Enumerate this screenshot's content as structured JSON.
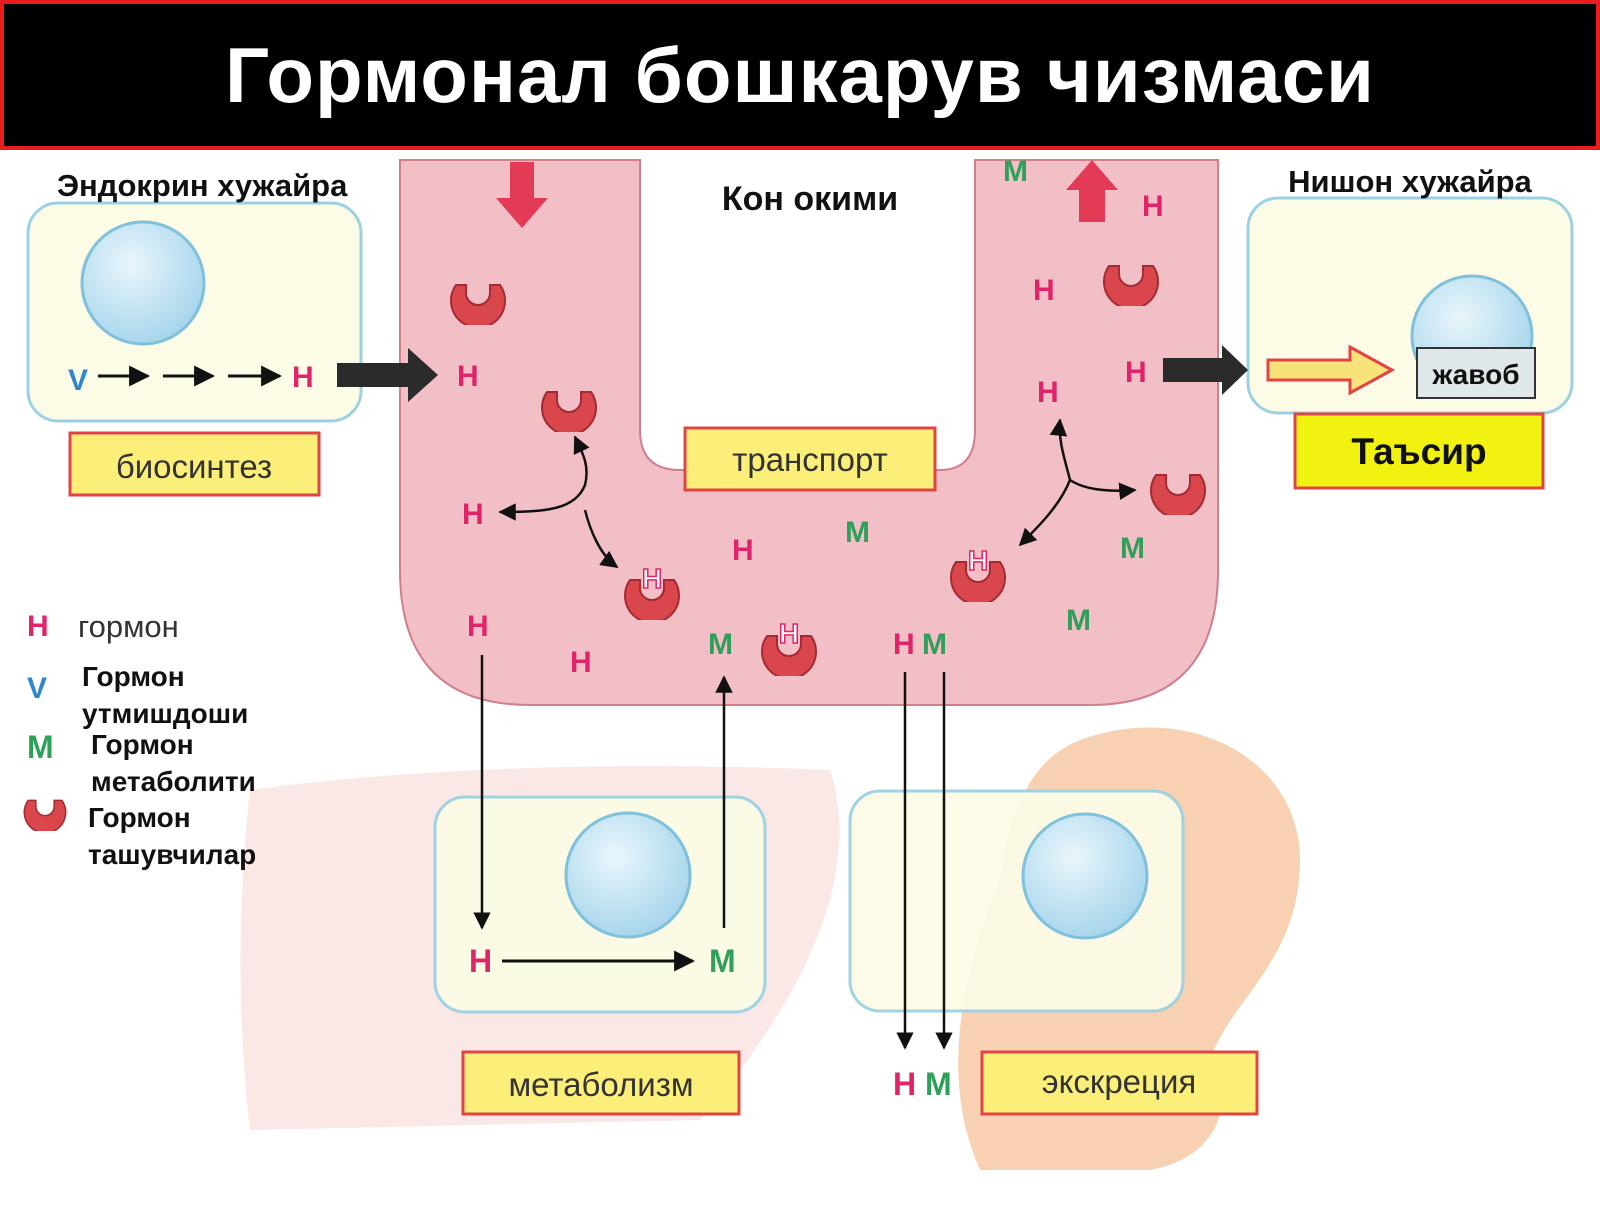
{
  "title": "Гормонал бошкарув чизмаси",
  "headings": {
    "endocrine_cell": "Эндокрин хужайра",
    "blood_flow": "Кон окими",
    "target_cell": "Нишон хужайра"
  },
  "stage_labels": {
    "biosynthesis": "биосинтез",
    "transport": "транспорт",
    "effect": "Таъсир",
    "response": "жавоб",
    "metabolism": "метаболизм",
    "excretion": "экскреция"
  },
  "symbols": {
    "hormone": "H",
    "precursor": "V",
    "metabolite": "M"
  },
  "legend": {
    "hormone": "гормон",
    "precursor_line1": "Гормон",
    "precursor_line2": "утмишдоши",
    "metabolite_line1": "Гормон",
    "metabolite_line2": "метаболити",
    "carrier_line1": "Гормон",
    "carrier_line2": "ташувчилар"
  },
  "colors": {
    "title_bg": "#000000",
    "title_border": "#e81d1d",
    "vessel": "#f3bfc7",
    "vessel_edge": "#d27f8c",
    "hormone": "#e0246a",
    "precursor": "#2f86d0",
    "metabolite": "#2fa05a",
    "carrier": "#d9474d",
    "label_fill": "#fbef7a",
    "label_border": "#e04444",
    "effect_fill": "#f1f20f",
    "cell_fill": "#fcfbe6",
    "cell_border": "#9bd1e3",
    "nucleus": "#bfe3f3"
  }
}
